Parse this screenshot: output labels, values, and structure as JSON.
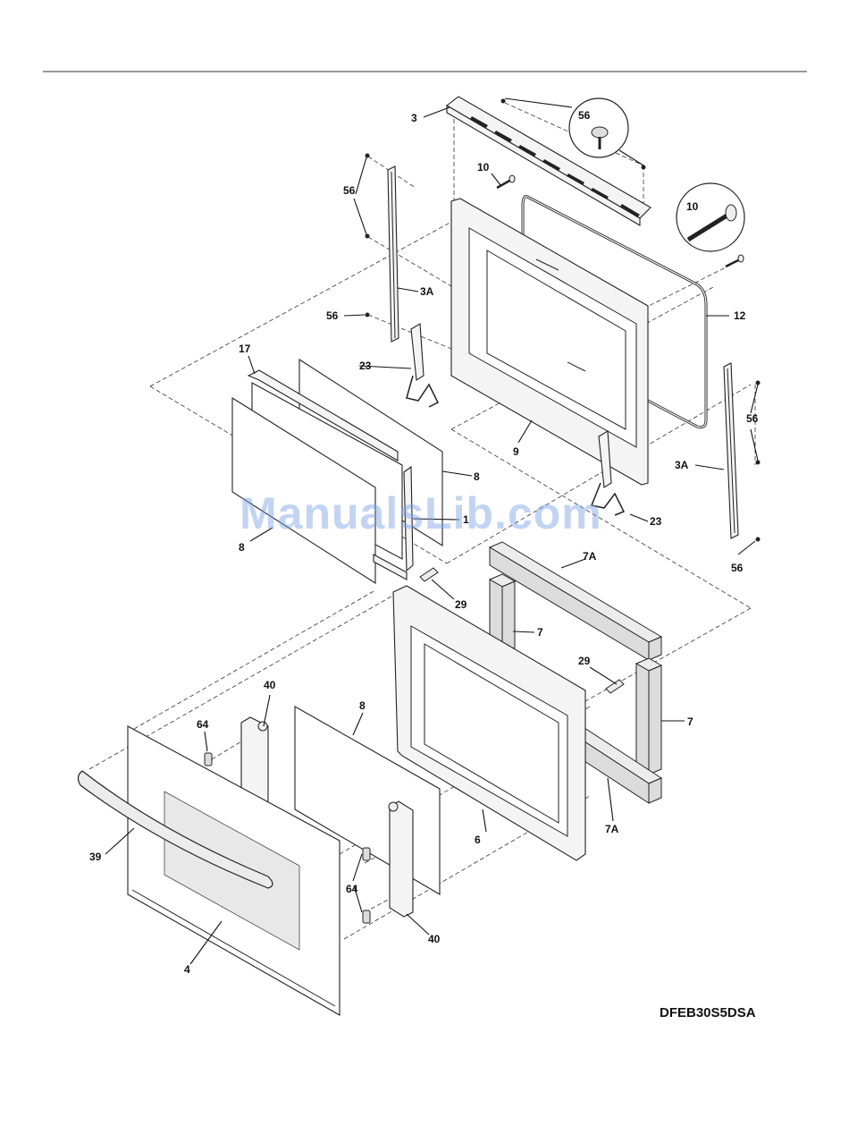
{
  "model_code": "DFEB30S5DSA",
  "watermark": "ManualsLib.com",
  "callouts": {
    "c3": "3",
    "c56_top": "56",
    "c10_top": "10",
    "c56_left": "56",
    "c10_zoom": "10",
    "c3a_left": "3A",
    "c56_mid": "56",
    "c12": "12",
    "c17": "17",
    "c23_left": "23",
    "c56_right": "56",
    "c8_right": "8",
    "c9": "9",
    "c3a_right": "3A",
    "c1": "1",
    "c23_right": "23",
    "c8_left": "8",
    "c56_bottom": "56",
    "c7a_top": "7A",
    "c29_top": "29",
    "c7_top": "7",
    "c40_top": "40",
    "c29_right": "29",
    "c8_mid": "8",
    "c64_top": "64",
    "c7_right": "7",
    "c6": "6",
    "c7a_bottom": "7A",
    "c39": "39",
    "c64_bottom": "64",
    "c40_bottom": "40",
    "c4": "4"
  }
}
